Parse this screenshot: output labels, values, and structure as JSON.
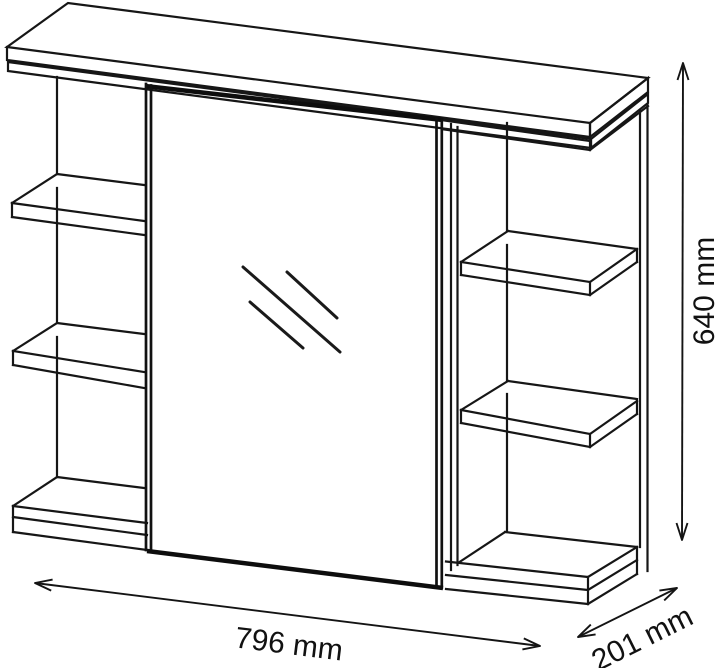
{
  "canvas": {
    "background": "#ffffff",
    "line_color": "#161616"
  },
  "subject": "mirror-cabinet-with-open-side-shelves-dimension-drawing",
  "dimensions": {
    "width": {
      "label": "796 mm",
      "value": 796,
      "unit": "mm"
    },
    "height": {
      "label": "640 mm",
      "value": 640,
      "unit": "mm"
    },
    "depth": {
      "label": "201 mm",
      "value": 201,
      "unit": "mm"
    }
  }
}
